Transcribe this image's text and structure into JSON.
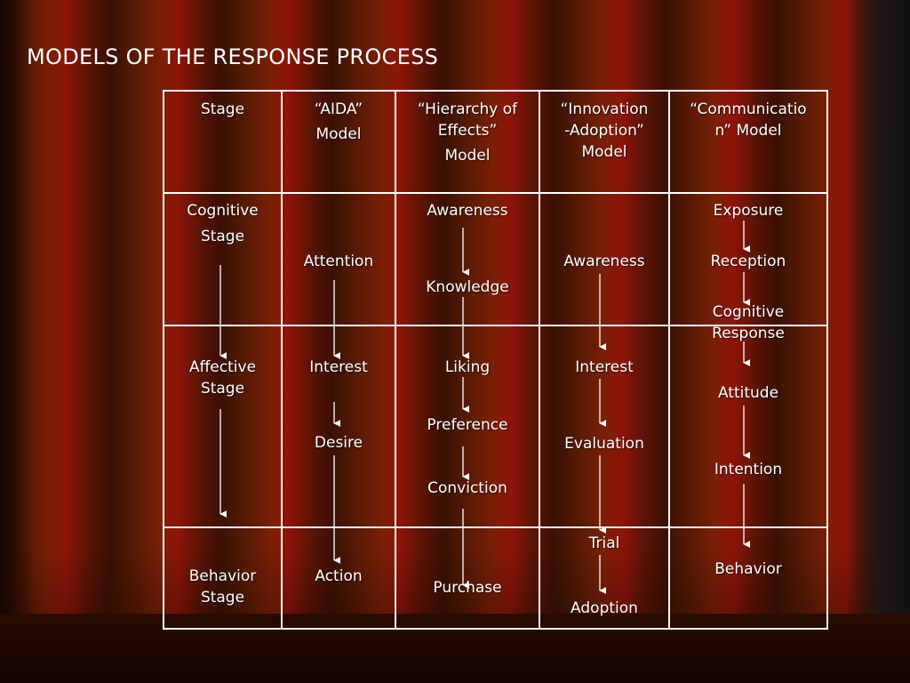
{
  "title": "MODELS OF THE RESPONSE PROCESS",
  "headers": {
    "stage": "Stage",
    "aida_line1": "“AIDA”",
    "aida_line2": "Model",
    "hoe_line1": "“Hierarchy of",
    "hoe_line2": "Effects”",
    "hoe_line3": "Model",
    "ia_line1": "“Innovation",
    "ia_line2": "-Adoption”",
    "ia_line3": "Model",
    "comm_line1": "“Communicatio",
    "comm_line2": "n” Model"
  },
  "stages": {
    "cognitive_line1": "Cognitive",
    "cognitive_line2": "Stage",
    "affective_line1": "Affective",
    "affective_line2": "Stage",
    "behavior_line1": "Behavior",
    "behavior_line2": "Stage"
  },
  "aida": {
    "attention": "Attention",
    "interest": "Interest",
    "desire": "Desire",
    "action": "Action"
  },
  "hierarchy": {
    "awareness": "Awareness",
    "knowledge": "Knowledge",
    "liking": "Liking",
    "preference": "Preference",
    "conviction": "Conviction",
    "purchase": "Purchase"
  },
  "innovation": {
    "awareness": "Awareness",
    "interest": "Interest",
    "evaluation": "Evaluation",
    "trial": "Trial",
    "adoption": "Adoption"
  },
  "communication": {
    "exposure": "Exposure",
    "reception": "Reception",
    "cognitive_line1": "Cognitive",
    "cognitive_line2": "Response",
    "attitude": "Attitude",
    "intention": "Intention",
    "behavior": "Behavior"
  }
}
